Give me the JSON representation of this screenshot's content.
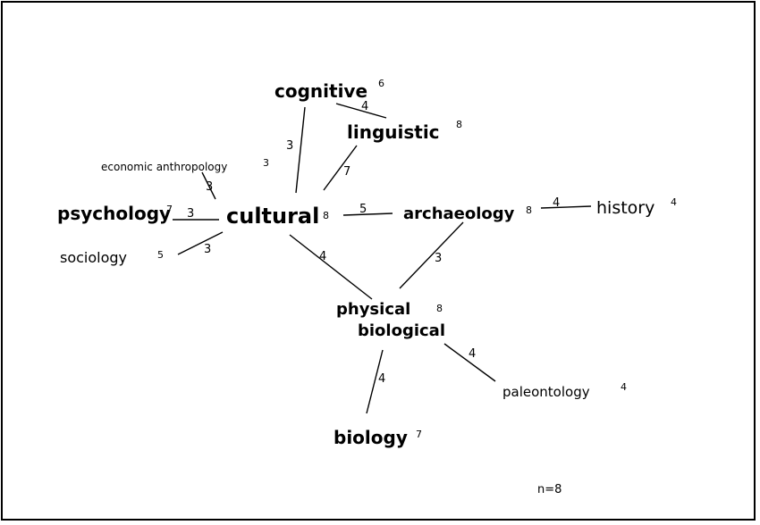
{
  "diagram": {
    "nodes": {
      "cognitive": {
        "label": "cognitive",
        "count": "6"
      },
      "linguistic": {
        "label": "linguistic",
        "count": "8"
      },
      "economic": {
        "label": "economic anthropology",
        "count": "3"
      },
      "psychology": {
        "label": "psychology",
        "count": "7"
      },
      "cultural": {
        "label": "cultural",
        "count": "8"
      },
      "archaeology": {
        "label": "archaeology",
        "count": "8"
      },
      "history": {
        "label": "history",
        "count": "4"
      },
      "sociology": {
        "label": "sociology",
        "count": "5"
      },
      "physical": {
        "label": "physical",
        "label2": "biological",
        "count": "8"
      },
      "paleontology": {
        "label": "paleontology",
        "count": "4"
      },
      "biology": {
        "label": "biology",
        "count": "7"
      }
    },
    "edges": {
      "cognitive_linguistic": "4",
      "cognitive_cultural": "3",
      "linguistic_cultural": "7",
      "economic_cultural": "3",
      "psychology_cultural": "3",
      "sociology_cultural": "3",
      "cultural_archaeology": "5",
      "archaeology_history": "4",
      "cultural_physical": "4",
      "archaeology_physical": "3",
      "physical_biology": "4",
      "physical_paleontology": "4"
    },
    "footer": "n=8"
  }
}
